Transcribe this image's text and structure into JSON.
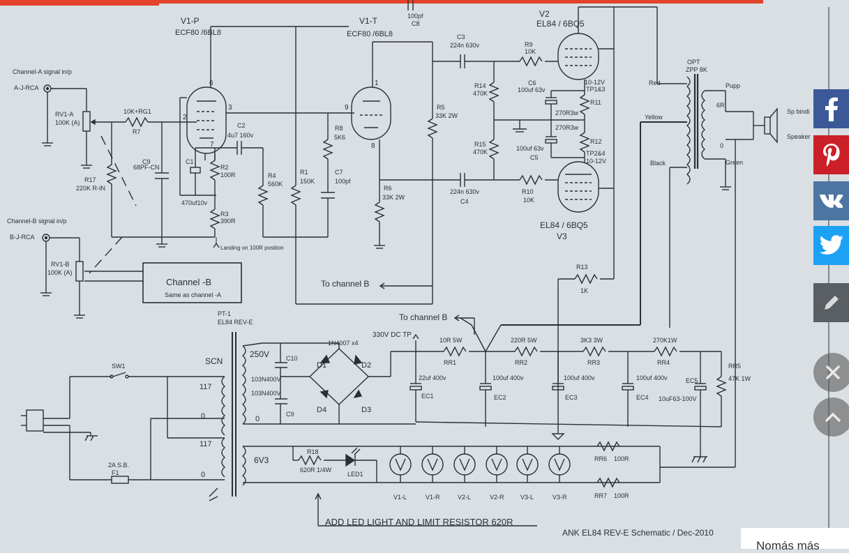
{
  "colors": {
    "paper": "#d9dfe2",
    "ink": "#2a2f36",
    "accent": "#e4422a",
    "facebook": "#3b5998",
    "pinterest": "#cb2027",
    "vk": "#4c75a3",
    "twitter": "#1da1f2",
    "pencil": "#5a5f63"
  },
  "schematic": {
    "tubes": {
      "v1p_ref": "V1-P",
      "v1p_type": "ECF80 /6BL8",
      "v1t_ref": "V1-T",
      "v1t_type": "ECF80 /6BL8",
      "v2_ref": "V2",
      "v2_type": "EL84 / 6BQ5",
      "v3_type": "EL84 / 6BQ5",
      "v3_ref": "V3"
    },
    "pins": {
      "p6": "6",
      "p3": "3",
      "p2": "2",
      "p7": "7",
      "p1": "1",
      "p9": "9",
      "p8": "8"
    },
    "inputs": {
      "a_title": "Channel-A signal in/p",
      "a_jack": "A-J-RCA",
      "b_title": "Channel-B signal in/p",
      "b_jack": "B-J-RCA"
    },
    "components": {
      "rv1a": "RV1-A",
      "rv1a_val": "100K (A)",
      "rv1b": "RV1-B",
      "rv1b_val": "100K (A)",
      "r7_val": "10K+RG1",
      "r7": "R7",
      "r17": "R17",
      "r17_val": "220K R-IN",
      "c9a": "C9",
      "c9a_val": "68PF-CN",
      "c1": "C1",
      "c1_val": "470uf10v",
      "c2": "C2",
      "c2_val": "4u7 160v",
      "r2": "R2",
      "r2_val": "100R",
      "r3": "R3",
      "r3_val": "390R",
      "r4": "R4",
      "r4_val": "560K",
      "r1": "R1",
      "r1_val": "150K",
      "r8": "R8",
      "r8_val": "5K6",
      "c7": "C7",
      "c7_val": "100pf",
      "c8_val": "100pf",
      "c8": "C8",
      "r5": "R5",
      "r5_val": "33K 2W",
      "r6": "R6",
      "r6_val": "33K 2W",
      "c3": "C3",
      "c3_val": "224n 630v",
      "c4_val": "224n 630v",
      "c4": "C4",
      "r14": "R14",
      "r14_val": "470K",
      "r15": "R15",
      "r15_val": "470K",
      "r9": "R9",
      "r9_val": "10K",
      "r10": "R10",
      "r10_val": "10K",
      "c6": "C6",
      "c6_val": "100uf 63v",
      "c5": "C5",
      "c5_val": "100uf 63v",
      "r11": "R11",
      "r11_val": "270R3w",
      "r12": "R12",
      "r12_val": "270R3w",
      "tp13_v": "10-12V",
      "tp13": "TP1&3",
      "tp24": "TP2&4",
      "tp24_v": "10-12V",
      "r13": "R13",
      "r13_val": "1K",
      "opt": "OPT",
      "opt_val": "ZPP 8K",
      "red": "Red",
      "yellow": "Yellow",
      "black": "Black",
      "pupp": "Pupp",
      "green": "Green",
      "sixr": "6R",
      "zero": "0",
      "sp1": "Sp bindi",
      "sp2": "Speaker",
      "landing": "Landing on 100R position"
    },
    "channel_b_box": {
      "title": "Channel -B",
      "subtitle": "Same as channel -A"
    },
    "arrows": {
      "to_b1": "To channel B",
      "to_b2": "To channel B"
    },
    "psu": {
      "pt1": "PT-1",
      "pt1_val": "EL84 REV-E",
      "scn": "SCN",
      "sw1": "SW1",
      "v117a": "117",
      "v0a": "0",
      "v117b": "117",
      "v0b": "0",
      "f1_val": "2A S.B.",
      "f1": "F1",
      "v250": "250V",
      "v0c": "0",
      "v6v3": "6V3",
      "c10": "C10",
      "c9": "C9",
      "c10_val": "103N400V",
      "c9_val": "103N400V",
      "bridge": "1N4007 x4",
      "d1": "D1",
      "d2": "D2",
      "d3": "D3",
      "d4": "D4",
      "dc_tp": "330V DC TP",
      "rr1_val": "10R 5W",
      "rr1": "RR1",
      "rr2_val": "220R 5W",
      "rr2": "RR2",
      "rr3_val": "3K3 3W",
      "rr3": "RR3",
      "rr4_val": "270K1W",
      "rr4": "RR4",
      "ec1_val": "22uf 400v",
      "ec1": "EC1",
      "ec2_val": "100uf 400v",
      "ec2": "EC2",
      "ec3_val": "100uf 400v",
      "ec3": "EC3",
      "ec4_val": "100uf 400v",
      "ec4": "EC4",
      "ec5": "EC5",
      "ec5_val": "10uF63-100V",
      "rr5": "RR5",
      "rr5_val": "47K 1W",
      "r18": "R18",
      "r18_val": "620R 1/4W",
      "led1": "LED1",
      "rr6": "RR6",
      "rr6_val": "100R",
      "rr7": "RR7",
      "rr7_val": "100R",
      "heaters": [
        "V1-L",
        "V1-R",
        "V2-L",
        "V2-R",
        "V3-L",
        "V3-R"
      ]
    },
    "note": "ADD LED LIGHT AND LIMIT RESISTOR 620R",
    "title_block": "ANK EL84 REV-E Schematic / Dec-2010"
  },
  "share": {
    "facebook_icon": "facebook-icon",
    "pinterest_icon": "pinterest-icon",
    "vk_icon": "vk-icon",
    "twitter_icon": "twitter-icon",
    "edit_icon": "pencil-icon",
    "close_icon": "close-icon",
    "up_icon": "chevron-up-icon"
  },
  "next_card": {
    "label": "Nomás más"
  }
}
